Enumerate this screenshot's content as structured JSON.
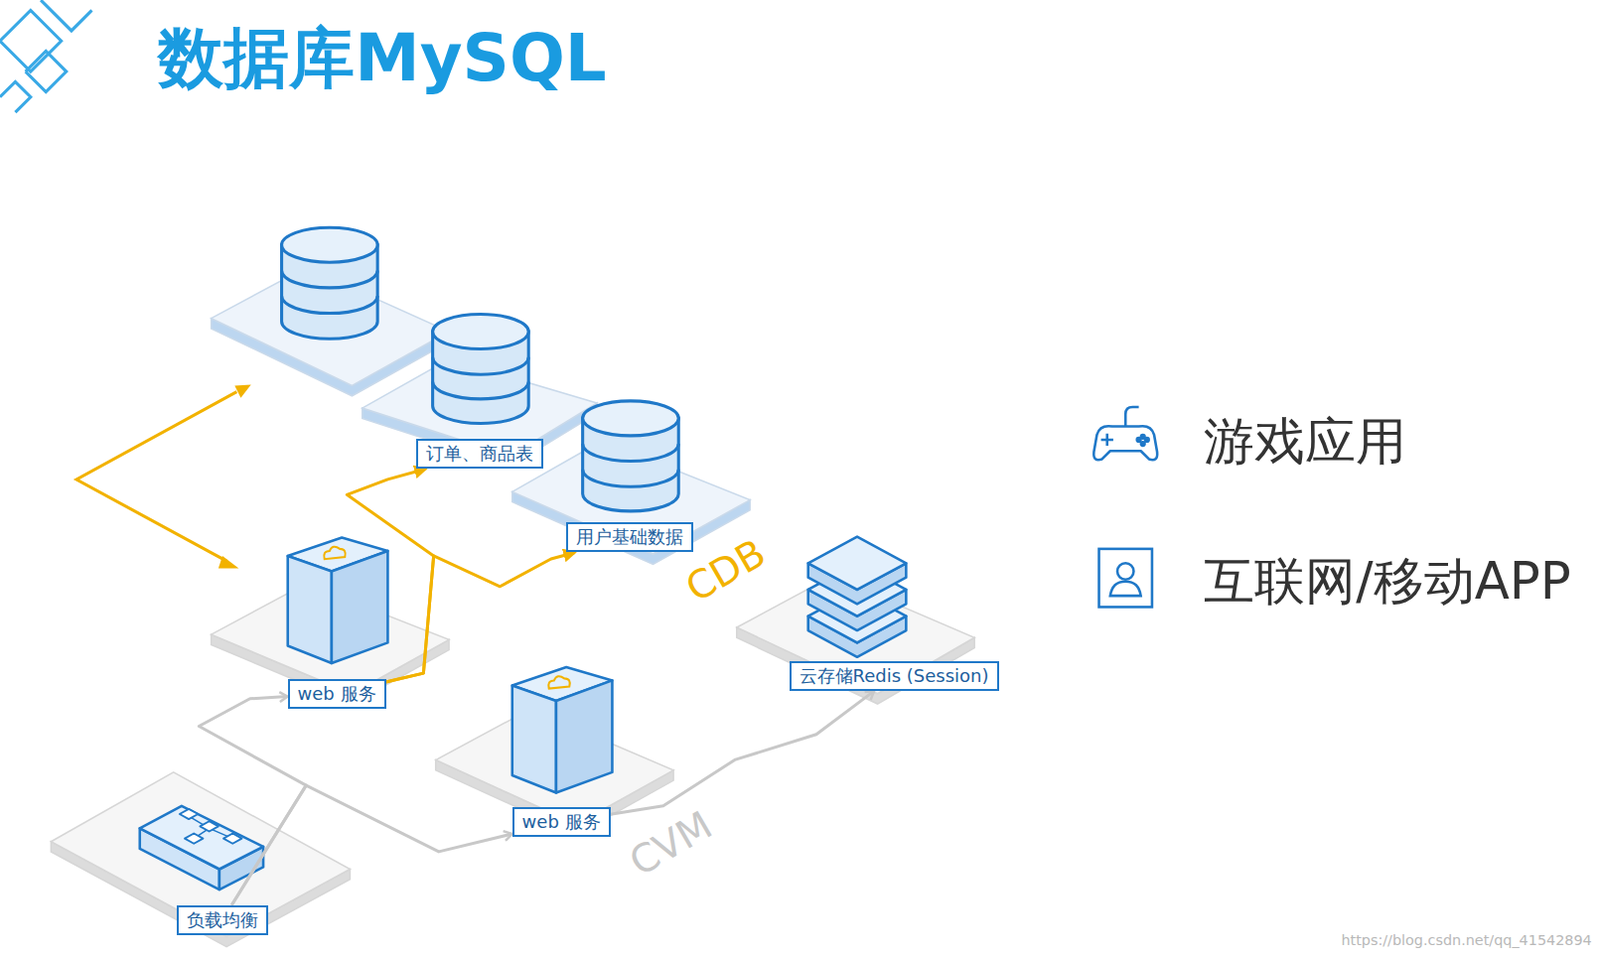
{
  "diagram": {
    "title": "数据库MySQL",
    "nodes": [
      {
        "text": [
          "订单、商品表"
        ]
      },
      {
        "text": [
          "用户基础数据"
        ]
      },
      {
        "text": [
          "web 服务"
        ]
      },
      {
        "text": [
          "云存储Redis (Session)"
        ]
      },
      {
        "text": [
          "web 服务"
        ]
      },
      {
        "text": [
          "负载均衡"
        ]
      }
    ],
    "edges": [
      {
        "from": 5,
        "to": 2,
        "arrow": "to"
      },
      {
        "from": 5,
        "to": 4,
        "arrow": "to"
      },
      {
        "from": 4,
        "to": 3,
        "arrow": "to"
      },
      {
        "from": 2,
        "to": 0,
        "arrow": "to"
      },
      {
        "from": 2,
        "to": 1,
        "arrow": "to"
      }
    ],
    "labels": [
      "CDB",
      "CVM",
      "游戏应用",
      "互联网/移动APP",
      "https://blog.csdn.net/qq_41542894"
    ]
  }
}
